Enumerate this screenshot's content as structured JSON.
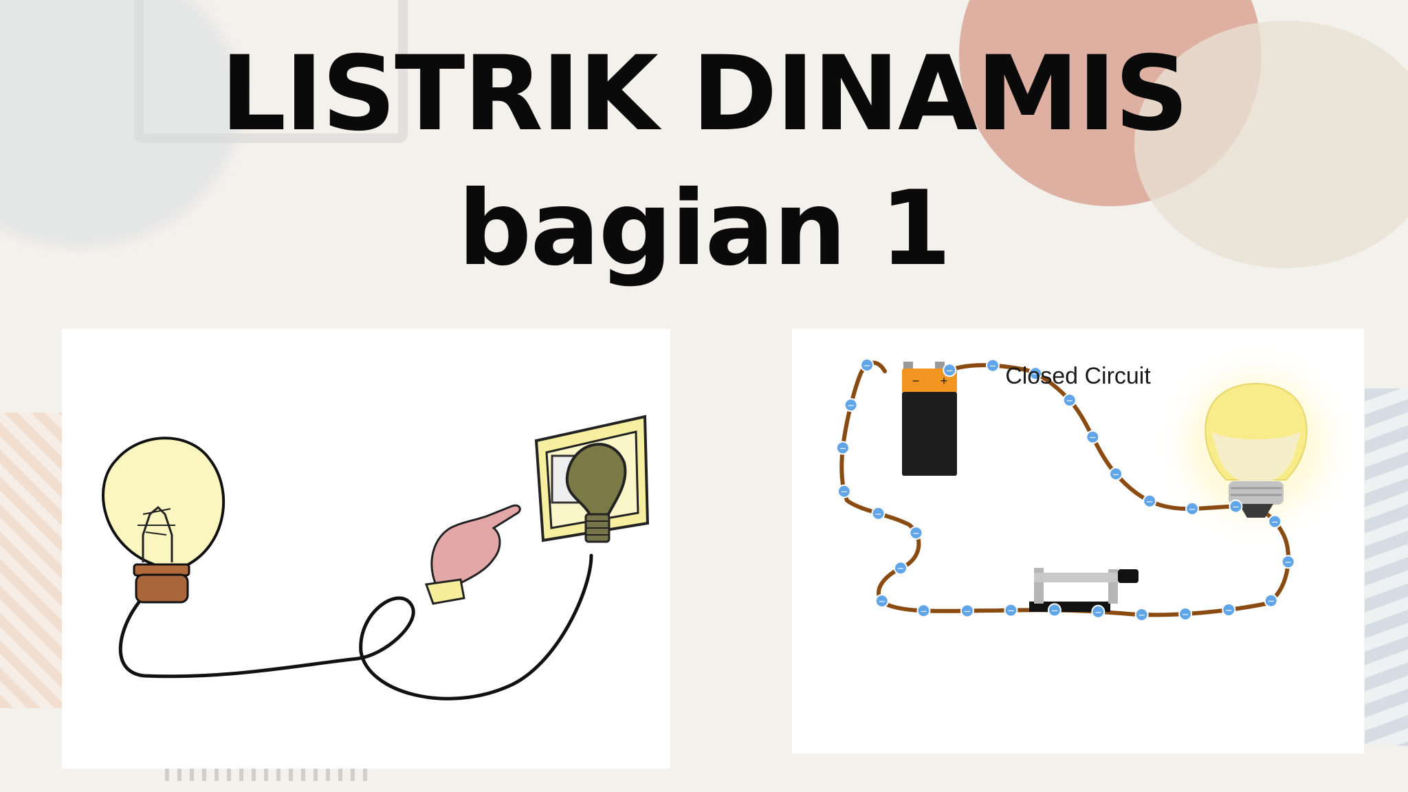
{
  "title": {
    "line1": "LISTRIK DINAMIS",
    "line2": "bagian 1"
  },
  "left_illustration": {
    "icons": [
      "light-bulb-icon",
      "pointing-hand-icon",
      "wall-socket-icon",
      "plug-icon"
    ]
  },
  "right_illustration": {
    "label": "Closed Circuit",
    "battery_terminals": [
      "−",
      "+"
    ],
    "electron_symbol": "−",
    "icons": [
      "battery-icon",
      "switch-icon",
      "light-bulb-icon",
      "electron-icon"
    ],
    "colors": {
      "wire": "#8a4b12",
      "electron": "#5fa5e8",
      "bulb_glow": "#fff4a8",
      "battery_top": "#f29420"
    }
  },
  "colors": {
    "title_text": "#0a0a0a",
    "background": "#f3f1ec",
    "accent_orange": "#d9a595"
  }
}
